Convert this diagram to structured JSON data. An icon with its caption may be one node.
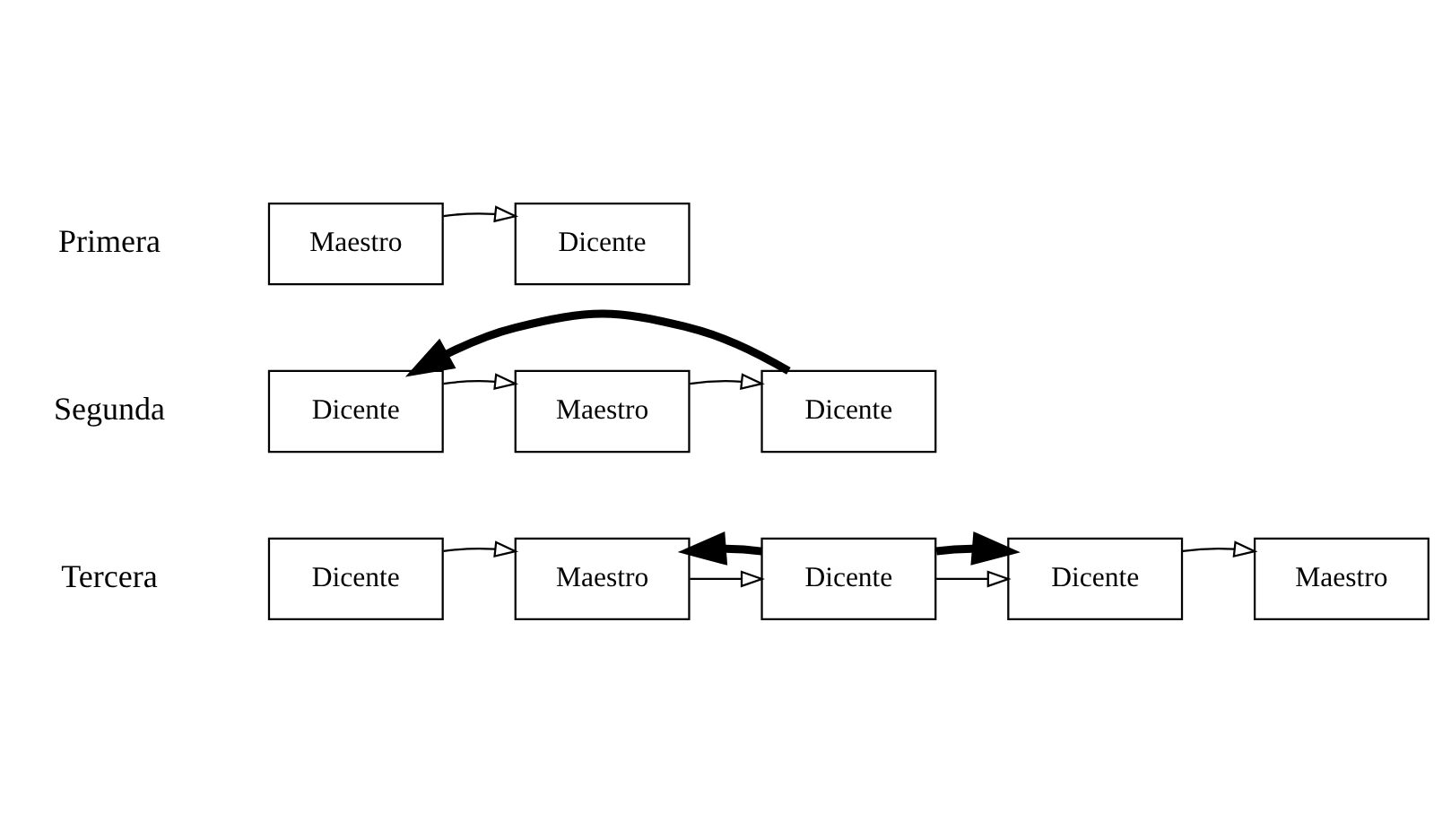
{
  "diagram": {
    "nodes": [
      {
        "text": [
          "Maestro"
        ]
      },
      {
        "text": [
          "Dicente"
        ]
      },
      {
        "text": [
          "Dicente"
        ]
      },
      {
        "text": [
          "Maestro"
        ]
      },
      {
        "text": [
          "Dicente"
        ]
      },
      {
        "text": [
          "Dicente"
        ]
      },
      {
        "text": [
          "Maestro"
        ]
      },
      {
        "text": [
          "Dicente"
        ]
      },
      {
        "text": [
          "Dicente"
        ]
      },
      {
        "text": [
          "Maestro"
        ]
      }
    ],
    "edges": [
      {
        "from": 0,
        "to": 1,
        "arrow": "to"
      },
      {
        "from": 2,
        "to": 3,
        "arrow": "to"
      },
      {
        "from": 3,
        "to": 4,
        "arrow": "to"
      },
      {
        "from": 4,
        "to": 2,
        "arrow": "to",
        "style": "thick"
      },
      {
        "from": 5,
        "to": 6,
        "arrow": "to"
      },
      {
        "from": 6,
        "to": 7,
        "arrow": "to"
      },
      {
        "from": 7,
        "to": 8,
        "arrow": "to"
      },
      {
        "from": 8,
        "to": 9,
        "arrow": "to"
      },
      {
        "from": 7,
        "to": 8,
        "arrow": "to",
        "style": "thick"
      },
      {
        "from": 7,
        "to": 6,
        "arrow": "to",
        "style": "thick"
      }
    ],
    "labels": [
      "Primera",
      "Segunda",
      "Tercera"
    ]
  }
}
